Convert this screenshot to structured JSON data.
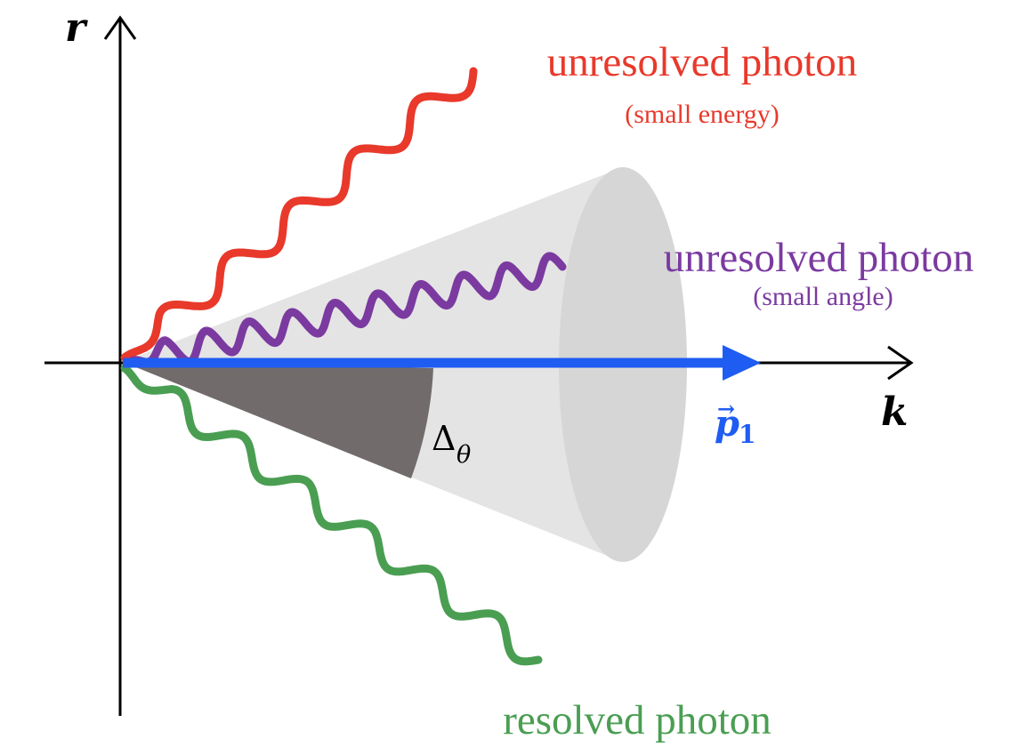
{
  "axes": {
    "r_label": "r",
    "k_label": "k"
  },
  "momentum": {
    "label_base": "p",
    "label_arrow": "→",
    "label_sub": "1"
  },
  "angle": {
    "label_base": "Δ",
    "label_sub": "θ"
  },
  "photons": {
    "soft": {
      "title": "unresolved photon",
      "note": "(small energy)"
    },
    "collinear": {
      "title": "unresolved photon",
      "note": "(small angle)"
    },
    "resolved": {
      "title": "resolved photon"
    }
  },
  "colors": {
    "soft_photon": "#e8392b",
    "collinear_photon": "#7b3aa0",
    "resolved_photon": "#4a9e52",
    "momentum_arrow": "#1f5cf2",
    "cone_fill": "#e4e4e4",
    "cone_base": "#d6d6d6",
    "wedge": "#716b6b",
    "axis": "#000000"
  }
}
